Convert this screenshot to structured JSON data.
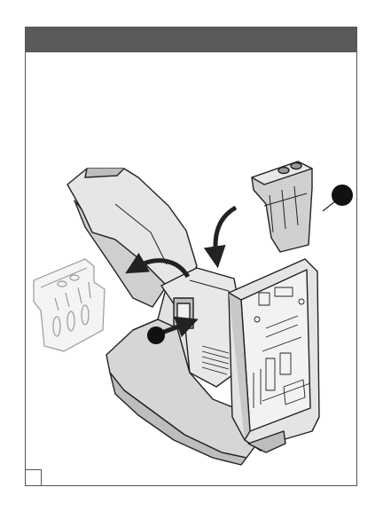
{
  "page": {
    "header_text": "",
    "page_number": ""
  },
  "illustration": {
    "subject": "device-assembly-with-removable-cartridges",
    "callouts": [
      "callout-circle-right",
      "callout-circle-left"
    ],
    "arrows": [
      "insert-arrow-down",
      "swing-arrow-left",
      "press-arrow"
    ]
  },
  "colors": {
    "header": "#5a5a5a",
    "line": "#222222",
    "ghost": "#9a9a9a",
    "fill_light": "#e6e6e6",
    "fill_mid": "#cfcfcf",
    "fill_dark": "#bdbdbd"
  }
}
